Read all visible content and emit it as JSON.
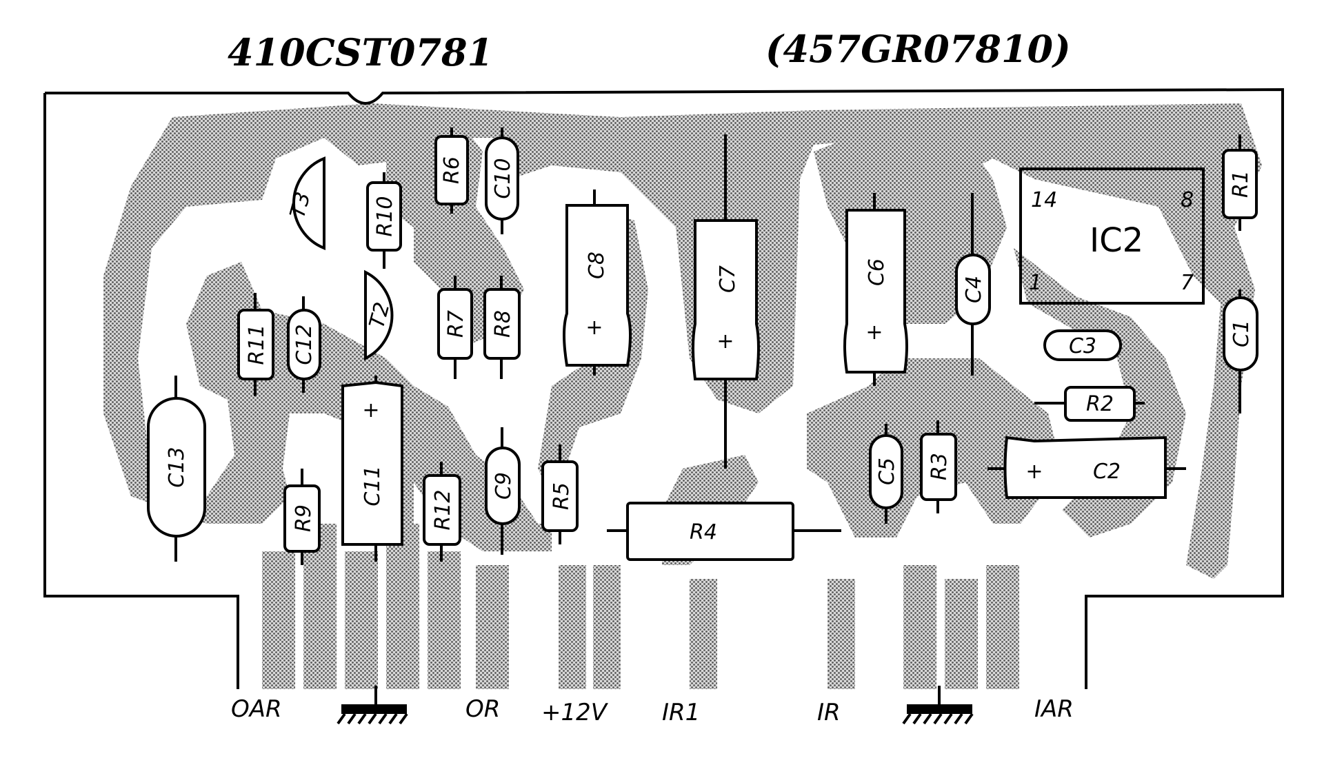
{
  "title": {
    "left": "410CST0781",
    "right": "(457GR07810)"
  },
  "components": {
    "T3": "T3",
    "T2": "T2",
    "R1": "R1",
    "R2": "R2",
    "R3": "R3",
    "R4": "R4",
    "R5": "R5",
    "R6": "R6",
    "R7": "R7",
    "R8": "R8",
    "R9": "R9",
    "R10": "R10",
    "R11": "R11",
    "R12": "R12",
    "C1": "C1",
    "C2": "C2",
    "C3": "C3",
    "C4": "C4",
    "C5": "C5",
    "C6": "C6",
    "C7": "C7",
    "C8": "C8",
    "C9": "C9",
    "C10": "C10",
    "C11": "C11",
    "C12": "C12",
    "C13": "C13",
    "IC2": "IC2",
    "polarity_plus": "+"
  },
  "ic_pins": {
    "pin14": "14",
    "pin8": "8",
    "pin1": "1",
    "pin7": "7"
  },
  "connectors": {
    "oar": "OAR",
    "or": "OR",
    "v12": "+12V",
    "ir1": "IR1",
    "ir": "IR",
    "iar": "IAR"
  }
}
